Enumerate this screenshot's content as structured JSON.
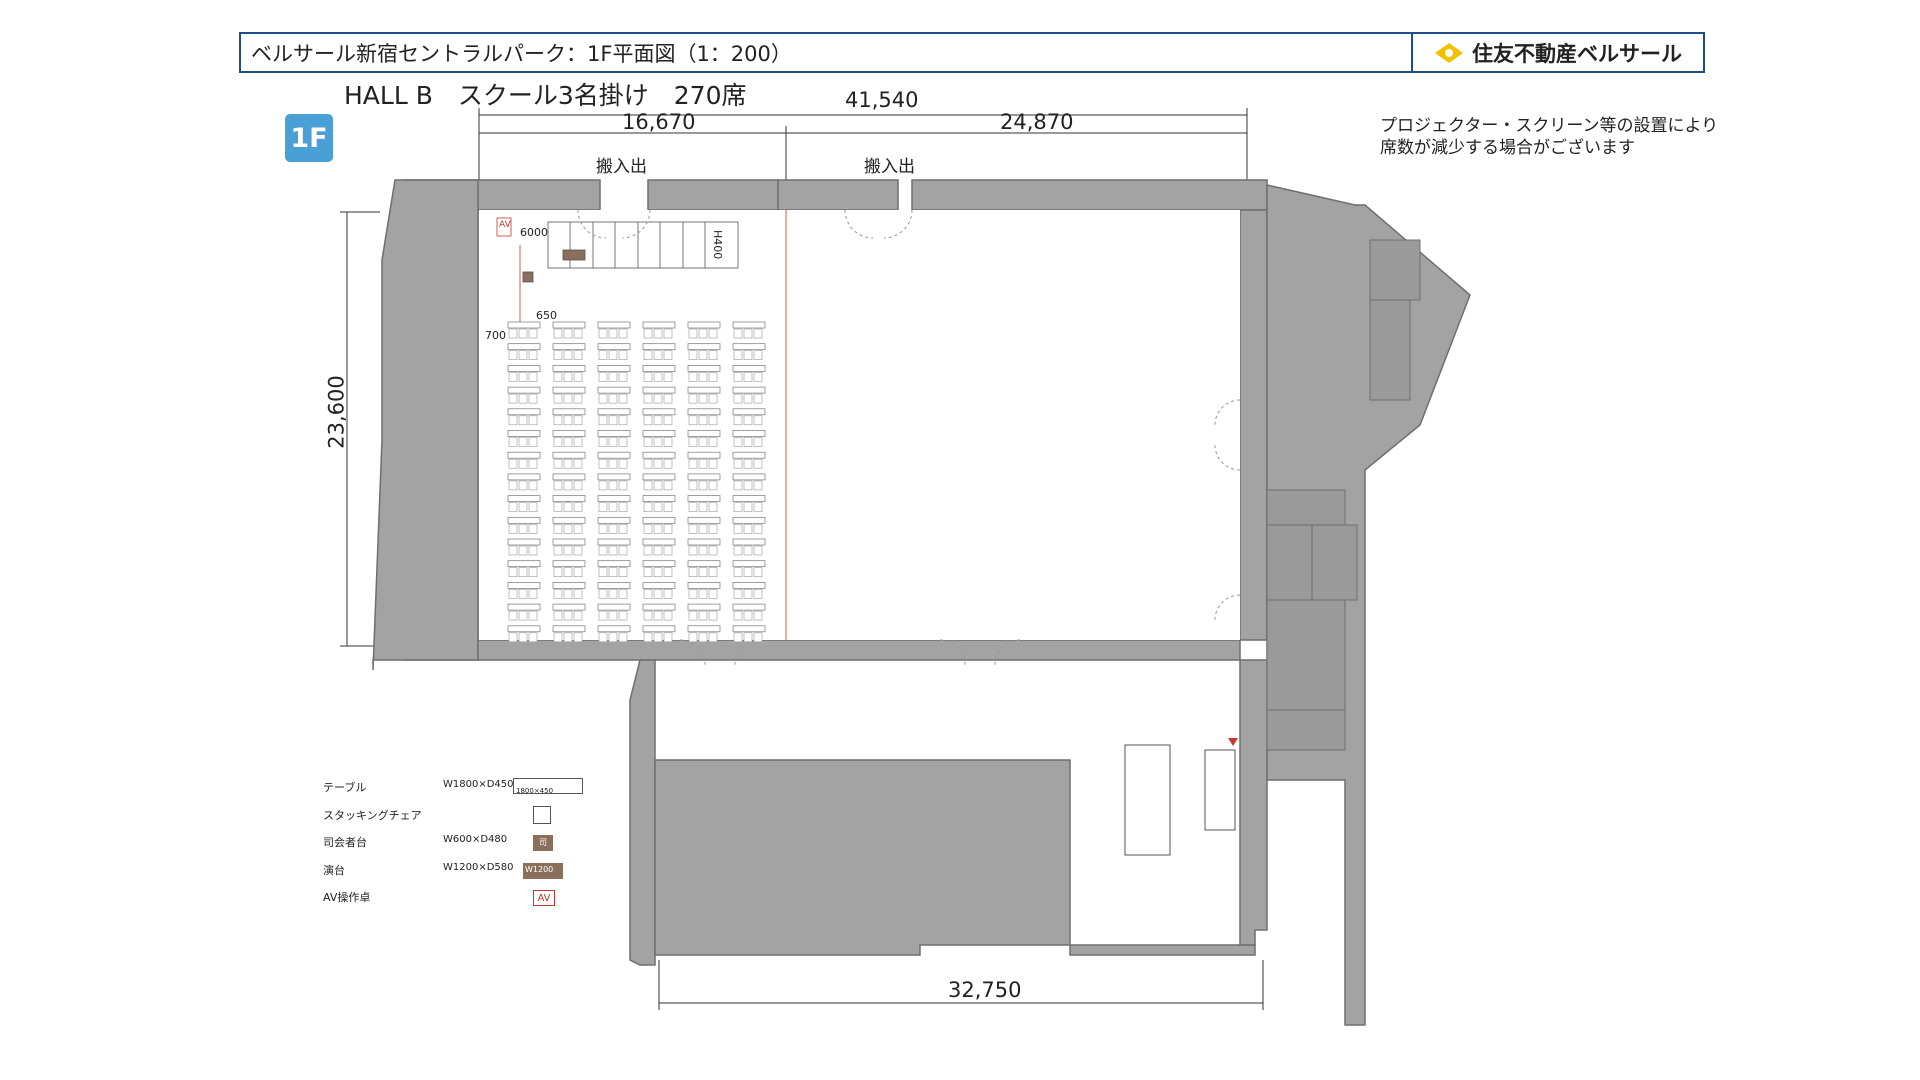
{
  "header": {
    "title": "ベルサール新宿セントラルパーク：1F平面図（1：200）",
    "brand": "住友不動産ベルサール"
  },
  "hall_title": "HALL B　スクール3名掛け　270席",
  "floor_badge": "1F",
  "note": {
    "line1": "プロジェクター・スクリーン等の設置により",
    "line2": "席数が減少する場合がございます"
  },
  "dimensions": {
    "overall_width": "41,540",
    "left_width": "16,670",
    "right_width": "24,870",
    "height": "23,600",
    "bottom_width": "32,750"
  },
  "doors": {
    "left": "搬入出",
    "right": "搬入出"
  },
  "stage_labels": {
    "stage_depth": "6000",
    "stage_height": "H400",
    "aisle": "650",
    "row_pitch": "700",
    "av": "AV"
  },
  "seating": {
    "columns": 6,
    "rows": 15,
    "seats_per_table": 3
  },
  "legend": [
    {
      "name": "テーブル",
      "size": "W1800×D450",
      "swatch_text": "1800×450",
      "kind": "table"
    },
    {
      "name": "スタッキングチェア",
      "size": "",
      "swatch_text": "",
      "kind": "chair"
    },
    {
      "name": "司会者台",
      "size": "W600×D480",
      "swatch_text": "司",
      "kind": "podium"
    },
    {
      "name": "演台",
      "size": "W1200×D580",
      "swatch_text": "W1200",
      "kind": "lectern"
    },
    {
      "name": "AV操作卓",
      "size": "",
      "swatch_text": "AV",
      "kind": "av"
    }
  ],
  "colors": {
    "wall": "#a3a3a3",
    "wall_stroke": "#6f6f6f",
    "header_border": "#1f4f8a",
    "badge": "#4a9fd6",
    "brand_logo": "#f2c200",
    "av_red": "#c0392b",
    "podium": "#8a6f5c"
  }
}
